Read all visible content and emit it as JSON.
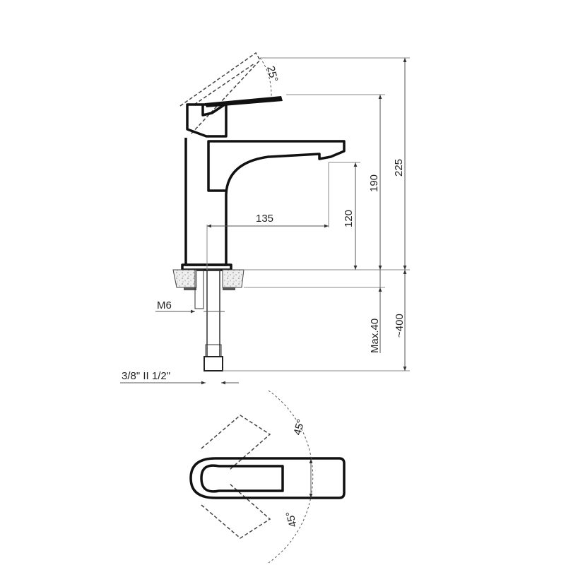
{
  "drawing": {
    "side_view": {
      "lever_angle": "25°",
      "height_total": "225",
      "height_lever": "190",
      "height_spout": "120",
      "spout_reach": "135",
      "thread": "M6",
      "max_deck": "Max.40",
      "hose_length": "~400",
      "connection": "3/8\" II 1/2\""
    },
    "top_view": {
      "angle_up": "45°",
      "angle_down": "45°"
    }
  }
}
